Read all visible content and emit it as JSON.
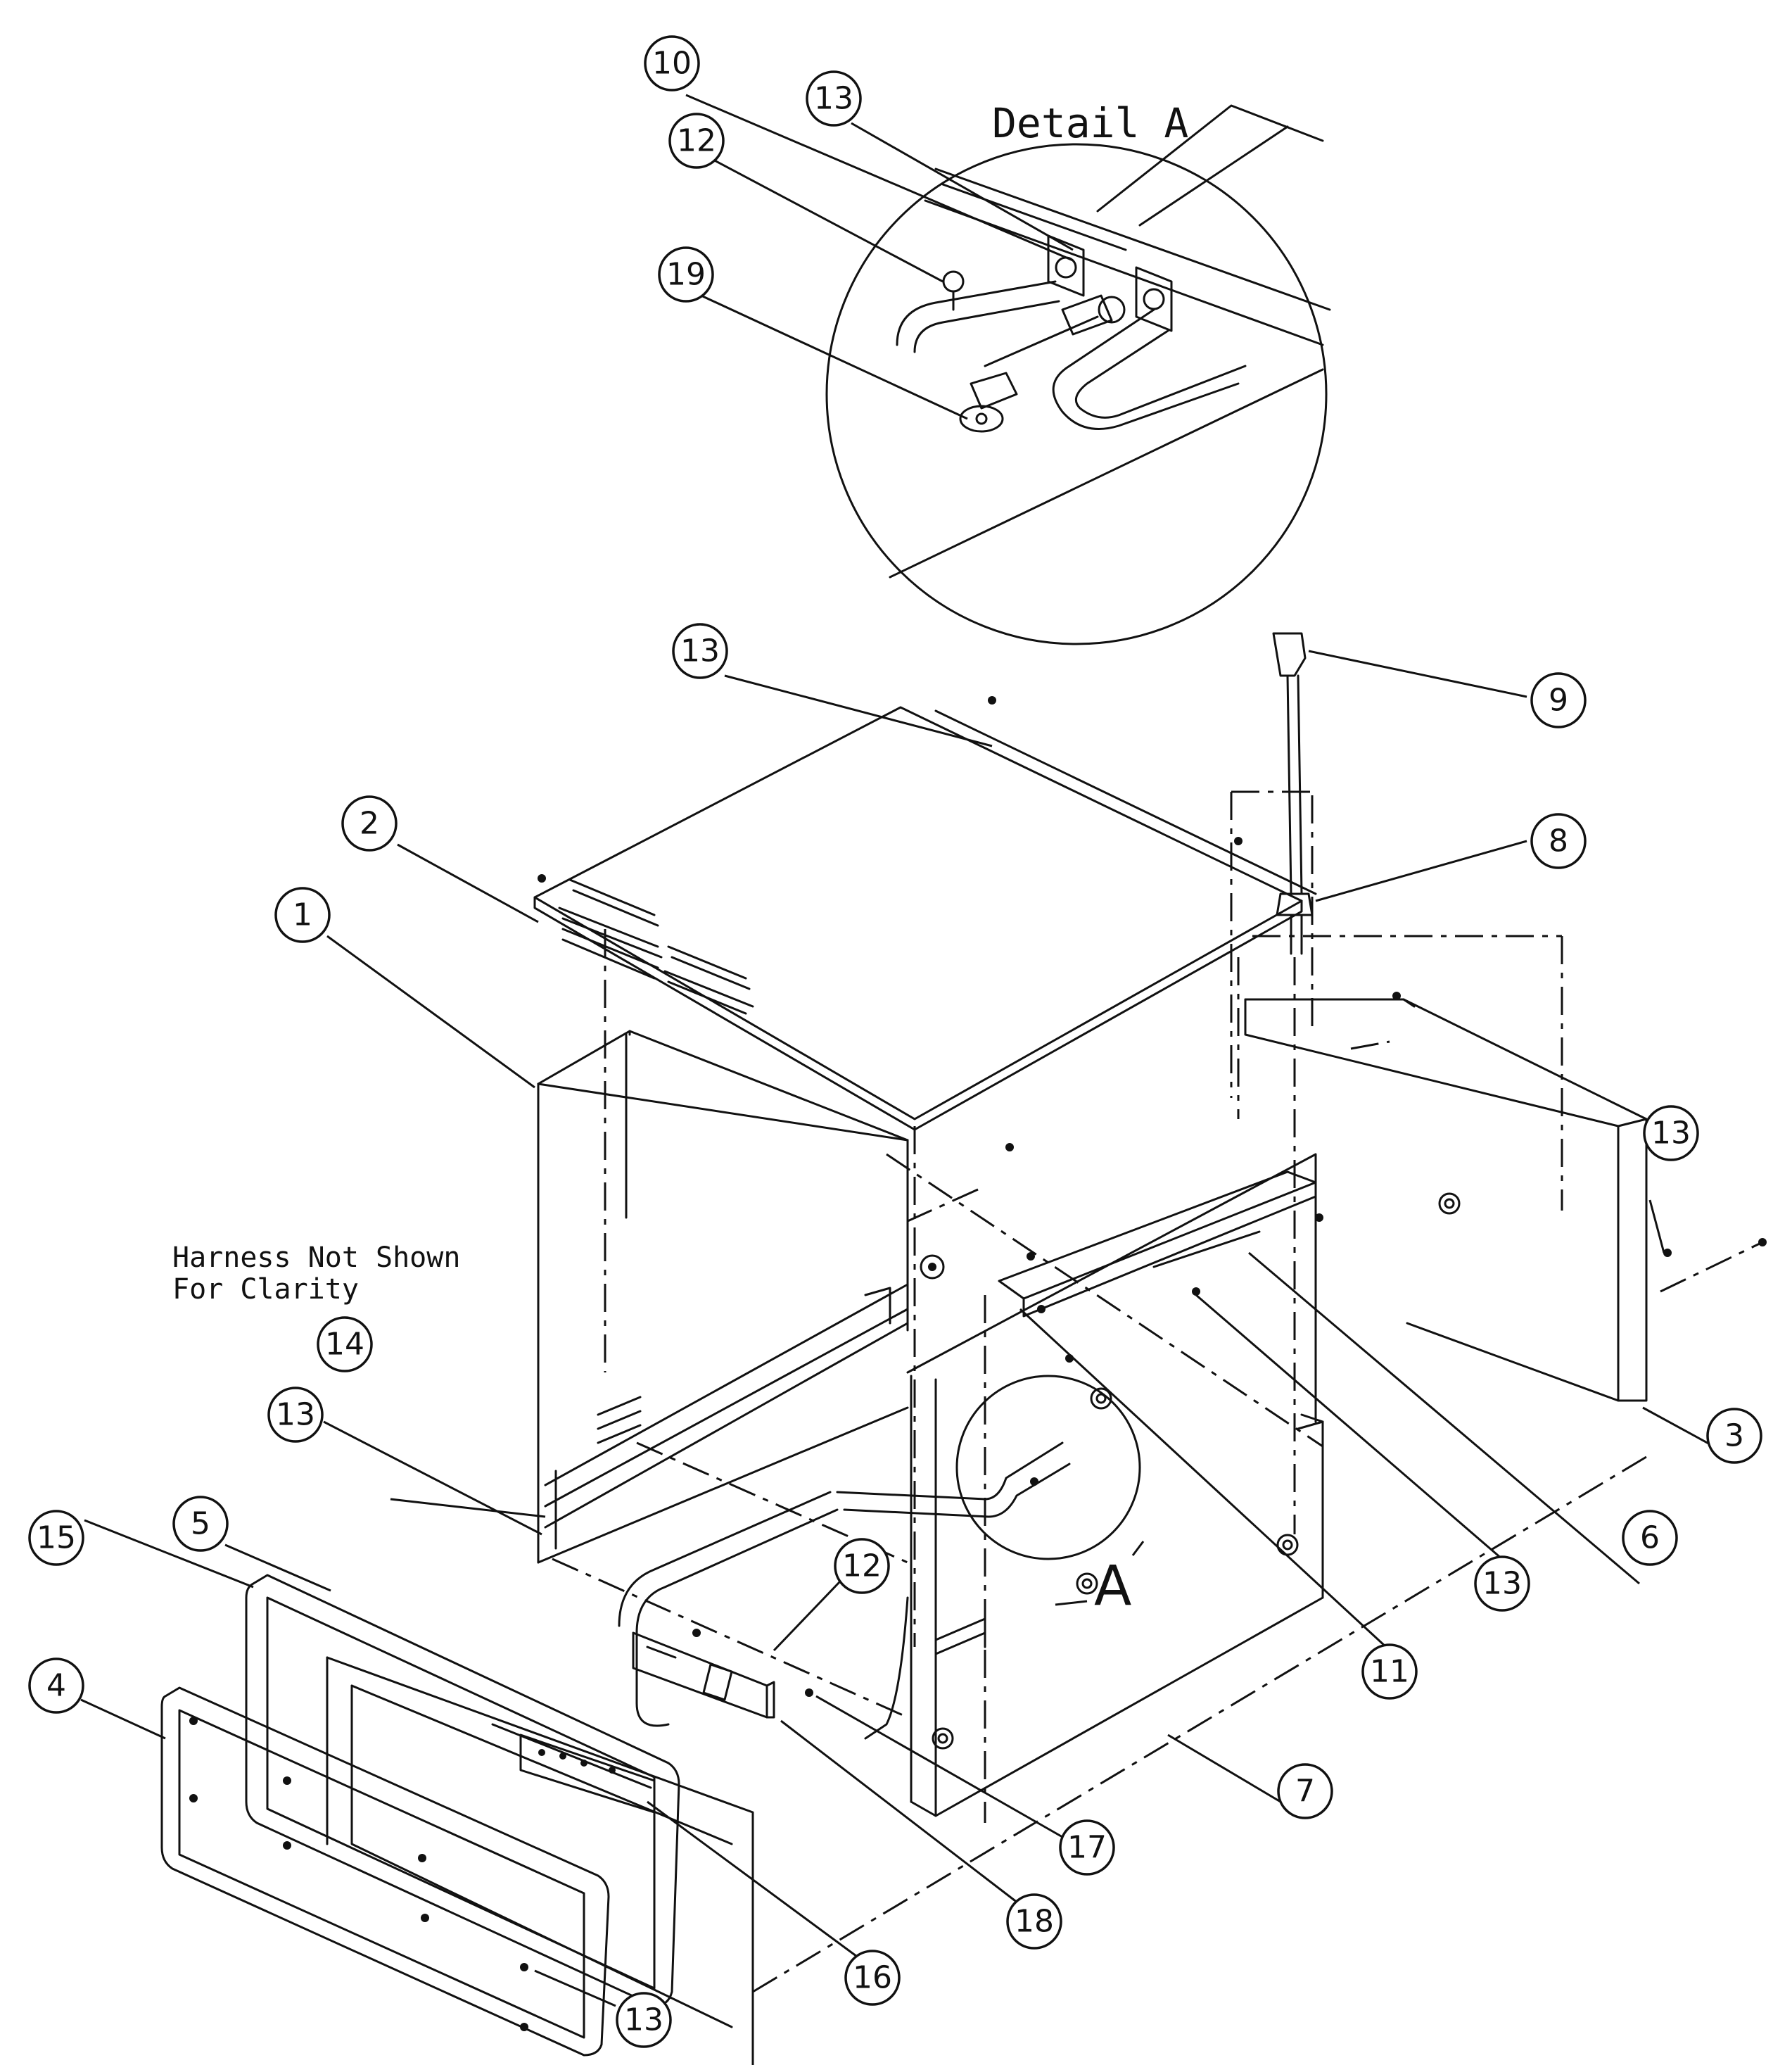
{
  "detail_title": "Detail A",
  "detail_marker": "A",
  "note_line1": "Harness Not Shown",
  "note_line2": "For Clarity",
  "callouts": [
    {
      "id": "c-10",
      "label": "10"
    },
    {
      "id": "c-13a",
      "label": "13"
    },
    {
      "id": "c-12a",
      "label": "12"
    },
    {
      "id": "c-19",
      "label": "19"
    },
    {
      "id": "c-13b",
      "label": "13"
    },
    {
      "id": "c-9",
      "label": "9"
    },
    {
      "id": "c-2",
      "label": "2"
    },
    {
      "id": "c-8",
      "label": "8"
    },
    {
      "id": "c-1",
      "label": "1"
    },
    {
      "id": "c-13c",
      "label": "13"
    },
    {
      "id": "c-14",
      "label": "14"
    },
    {
      "id": "c-13d",
      "label": "13"
    },
    {
      "id": "c-3",
      "label": "3"
    },
    {
      "id": "c-5",
      "label": "5"
    },
    {
      "id": "c-15",
      "label": "15"
    },
    {
      "id": "c-6",
      "label": "6"
    },
    {
      "id": "c-13e",
      "label": "13"
    },
    {
      "id": "c-12b",
      "label": "12"
    },
    {
      "id": "c-4",
      "label": "4"
    },
    {
      "id": "c-11",
      "label": "11"
    },
    {
      "id": "c-7",
      "label": "7"
    },
    {
      "id": "c-17",
      "label": "17"
    },
    {
      "id": "c-18",
      "label": "18"
    },
    {
      "id": "c-16",
      "label": "16"
    },
    {
      "id": "c-13f",
      "label": "13"
    }
  ]
}
